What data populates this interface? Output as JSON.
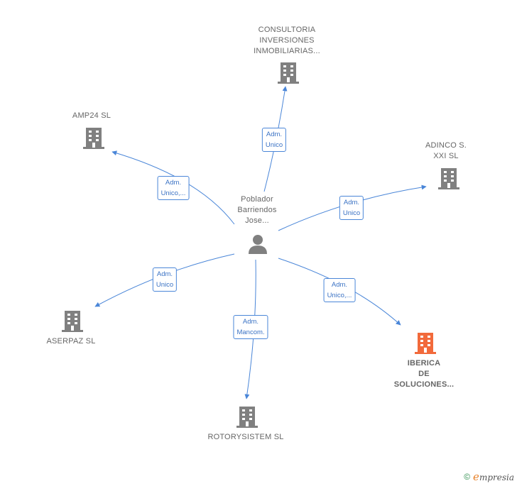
{
  "center": {
    "name": "Poblador\nBarriendos\nJose..."
  },
  "companies": [
    {
      "id": "consultoria",
      "name": "CONSULTORIA\nINVERSIONES\nINMOBILIARIAS...",
      "highlight": false
    },
    {
      "id": "amp24",
      "name": "AMP24  SL",
      "highlight": false
    },
    {
      "id": "adinco",
      "name": "ADINCO S.\nXXI SL",
      "highlight": false
    },
    {
      "id": "aserpaz",
      "name": "ASERPAZ SL",
      "highlight": false
    },
    {
      "id": "iberica",
      "name": "IBERICA\nDE\nSOLUCIONES...",
      "highlight": true
    },
    {
      "id": "rotorysistem",
      "name": "ROTORYSISTEM SL",
      "highlight": false
    }
  ],
  "relations": [
    {
      "to": "consultoria",
      "label": "Adm.\nUnico"
    },
    {
      "to": "amp24",
      "label": "Adm.\nUnico,..."
    },
    {
      "to": "adinco",
      "label": "Adm.\nUnico"
    },
    {
      "to": "aserpaz",
      "label": "Adm.\nUnico"
    },
    {
      "to": "iberica",
      "label": "Adm.\nUnico,..."
    },
    {
      "to": "rotorysistem",
      "label": "Adm.\nMancom."
    }
  ],
  "colors": {
    "edge": "#4a86d8",
    "building": "#808080",
    "building_highlight": "#f26a3b",
    "person": "#808080"
  },
  "footer": {
    "copyright": "©",
    "brand_initial": "e",
    "brand_rest": "mpresia"
  }
}
